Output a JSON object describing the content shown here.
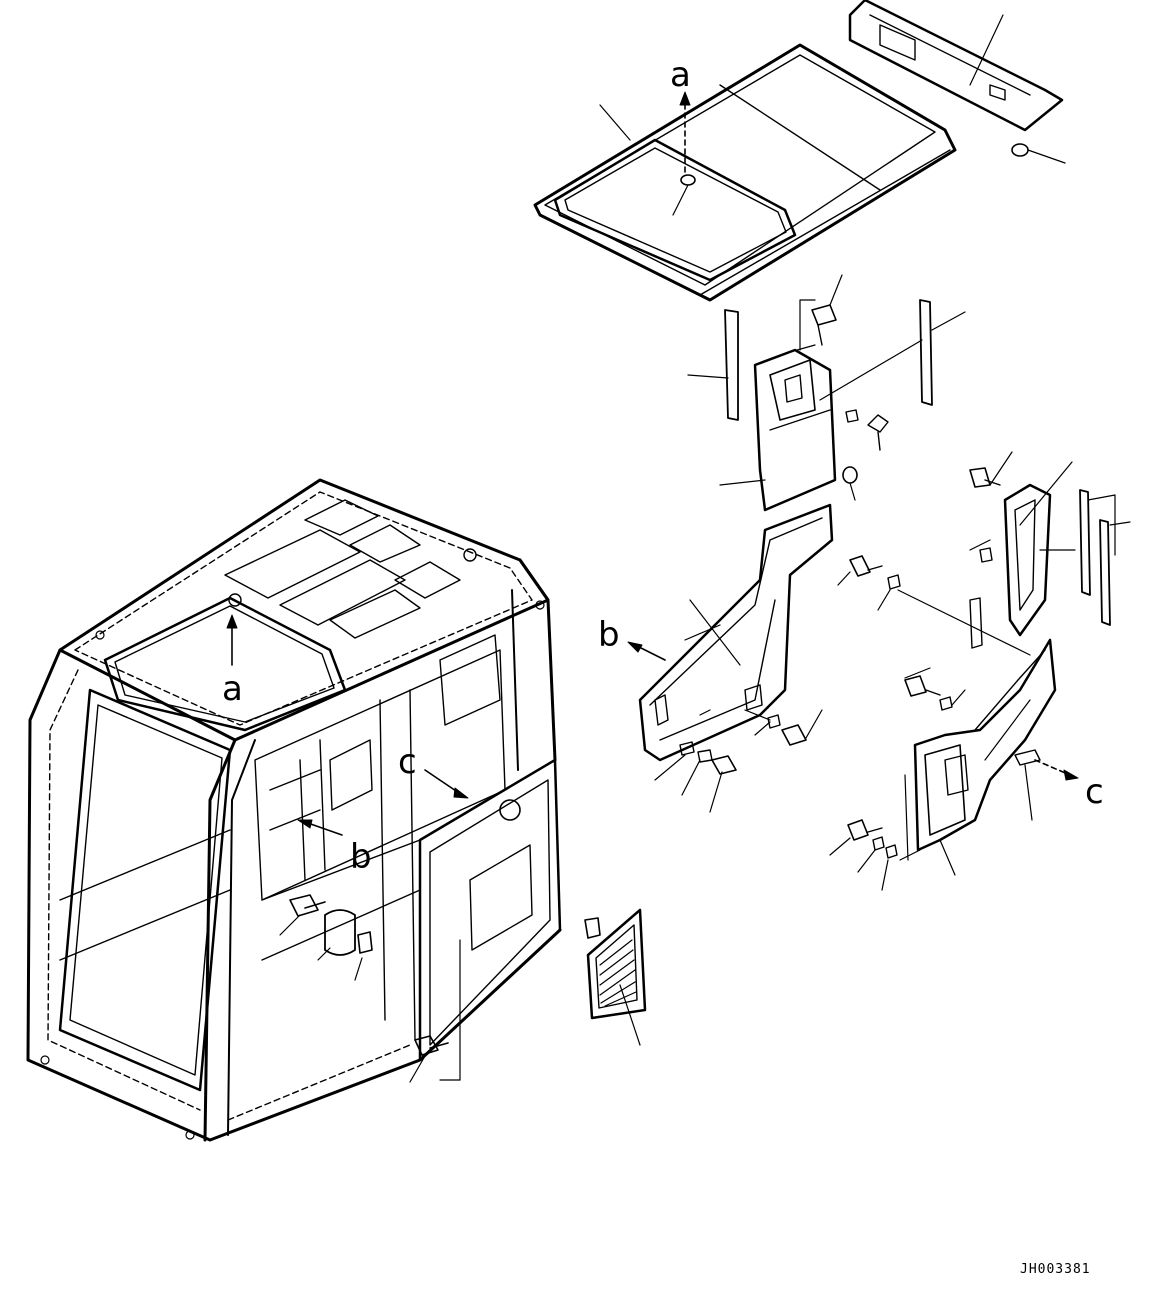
{
  "labels": {
    "a_top": "a",
    "a_cab": "a",
    "b_panel": "b",
    "b_cab": "b",
    "c_cab": "c",
    "c_panel": "c"
  },
  "drawing_code": "JH003381",
  "colors": {
    "ink": "#000000",
    "shade": "#d6d6d6",
    "paper": "#ffffff"
  }
}
